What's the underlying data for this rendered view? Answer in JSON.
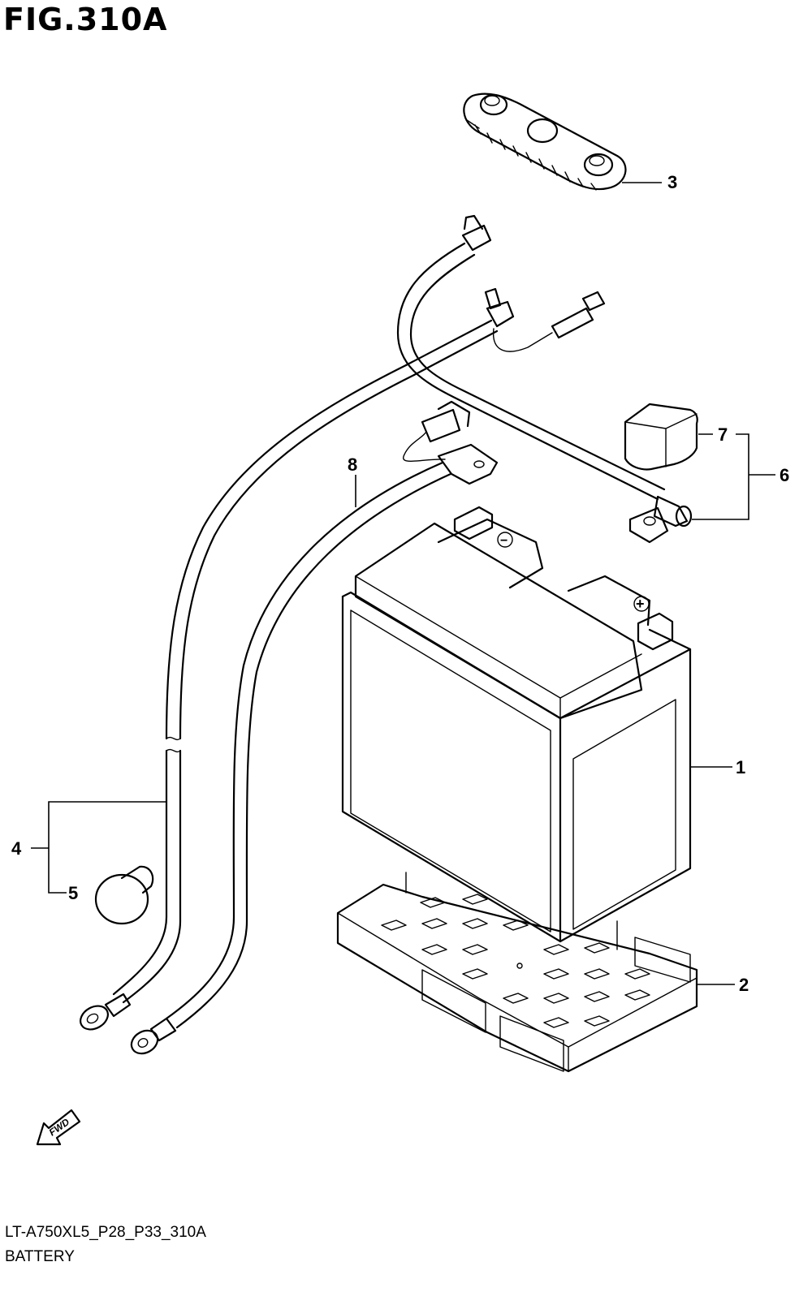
{
  "figure": {
    "title": "FIG.310A",
    "model_code": "LT-A750XL5_P28_P33_310A",
    "section_name": "BATTERY"
  },
  "callouts": [
    {
      "id": "1",
      "label": "1"
    },
    {
      "id": "2",
      "label": "2"
    },
    {
      "id": "3",
      "label": "3"
    },
    {
      "id": "4",
      "label": "4"
    },
    {
      "id": "5",
      "label": "5"
    },
    {
      "id": "6",
      "label": "6"
    },
    {
      "id": "7",
      "label": "7"
    },
    {
      "id": "8",
      "label": "8"
    }
  ],
  "battery_marks": {
    "negative": "−",
    "positive": "+"
  },
  "fwd_arrow": {
    "label": "FWD",
    "icon": "fwd-arrow-icon"
  }
}
